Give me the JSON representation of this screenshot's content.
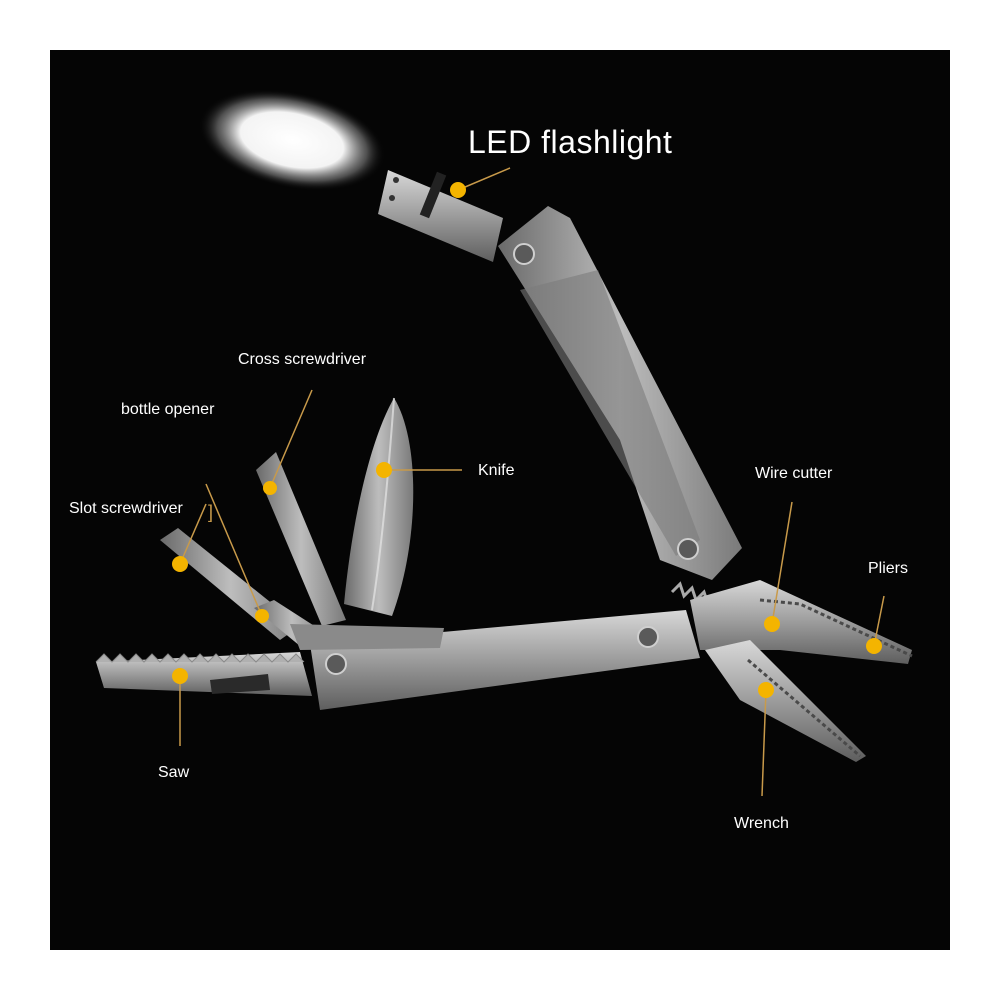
{
  "labels": {
    "led": "LED flashlight",
    "cross": "Cross screwdriver",
    "bottle": "bottle opener",
    "slot": "Slot screwdriver",
    "knife": "Knife",
    "wire": "Wire cutter",
    "pliers": "Pliers",
    "saw": "Saw",
    "wrench": "Wrench"
  },
  "colors": {
    "background": "#050505",
    "dot": "#f4b400",
    "leader": "#c89a4a",
    "text": "#ffffff",
    "steel": "#9a9a9a"
  }
}
